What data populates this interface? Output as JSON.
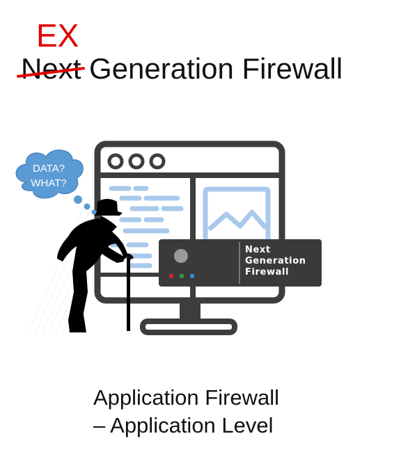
{
  "heading": {
    "correction": "EX",
    "struck_word": "Next",
    "rest": " Generation Firewall",
    "correction_color": "#e10000"
  },
  "illustration": {
    "thought_bubble_lines": [
      "DATA?",
      "WHAT?"
    ],
    "device_label_lines": [
      "Next",
      "Generation",
      "Firewall"
    ],
    "icons": [
      "thought-bubble-icon",
      "old-man-with-cane-icon",
      "monitor-icon",
      "image-placeholder-icon",
      "firewall-device-icon"
    ],
    "bubble_color": "#5b9bd5",
    "device_color": "#3a3a3a",
    "led_colors": [
      "#d9252a",
      "#2e9b45",
      "#2d8fd6"
    ]
  },
  "caption": {
    "line1": "Application Firewall",
    "line2": "– Application Level"
  }
}
